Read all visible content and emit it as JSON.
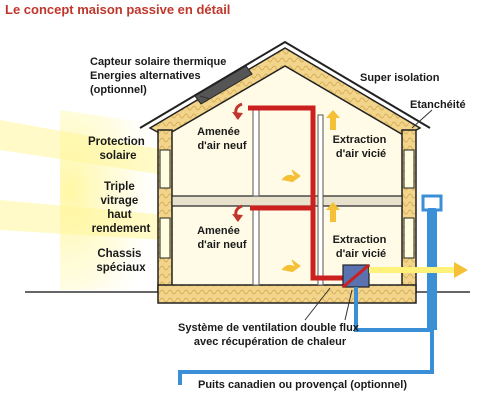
{
  "title": "Le concept maison passive en détail",
  "colors": {
    "title": "#c0362c",
    "insulation": "#f2d48a",
    "house_outline": "#222222",
    "roof_panel": "#555555",
    "fresh_air_duct": "#cc1f1f",
    "canadian_well_duct": "#3a8fd6",
    "sun_glow": "#fff27a",
    "interior": "#fffbe6",
    "arrow_stale": "#f5c036",
    "arrow_fresh": "#c0362c"
  },
  "labels": {
    "solar_sensor": [
      "Capteur solaire thermique",
      "Energies alternatives",
      "(optionnel)"
    ],
    "super_isolation": "Super isolation",
    "airtightness": "Etanchéité",
    "sun_protection": [
      "Protection",
      "solaire"
    ],
    "triple_glazing": [
      "Triple",
      "vitrage",
      "haut",
      "rendement"
    ],
    "special_frames": [
      "Chassis",
      "spéciaux"
    ],
    "fresh_air_upper": [
      "Amenée",
      "d'air neuf"
    ],
    "fresh_air_lower": [
      "Amenée",
      "d'air neuf"
    ],
    "stale_air_upper": [
      "Extraction",
      "d'air vicié"
    ],
    "stale_air_lower": [
      "Extraction",
      "d'air vicié"
    ],
    "ventilation_system": [
      "Système de ventilation double flux",
      "avec récupération de chaleur"
    ],
    "canadian_well": "Puits canadien ou provençal (optionnel)"
  }
}
